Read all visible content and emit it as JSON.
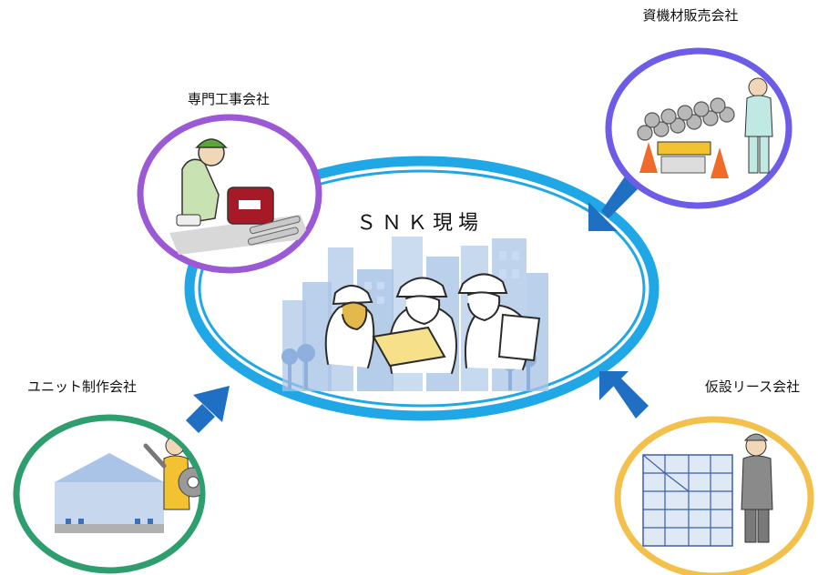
{
  "center": {
    "label": "ＳＮＫ現場"
  },
  "companies": [
    {
      "id": "specialty",
      "label": "専門工事会社",
      "color": "#9b59d6"
    },
    {
      "id": "materials",
      "label": "資機材販売会社",
      "color": "#6c5ce7"
    },
    {
      "id": "unit",
      "label": "ユニット制作会社",
      "color": "#2e9e6e"
    },
    {
      "id": "lease",
      "label": "仮設リース会社",
      "color": "#f3c14b"
    }
  ],
  "colors": {
    "ring": "#1fa7e6",
    "arrow": "#1f6fc2",
    "city": "#a9c4e6"
  }
}
